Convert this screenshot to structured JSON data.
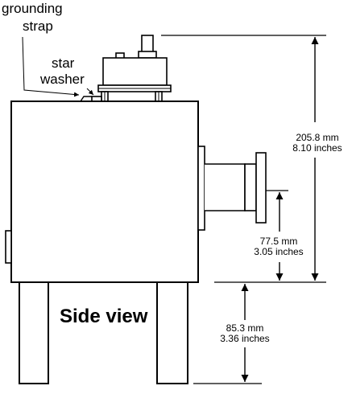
{
  "labels": {
    "grounding_strap_line1": "grounding",
    "grounding_strap_line2": "strap",
    "star_washer_line1": "star",
    "star_washer_line2": "washer",
    "view_title": "Side view"
  },
  "dimensions": {
    "total_height": {
      "metric": "205.8 mm",
      "imperial": "8.10 inches"
    },
    "port_height": {
      "metric": "77.5 mm",
      "imperial": "3.05 inches"
    },
    "leg_height": {
      "metric": "85.3 mm",
      "imperial": "3.36 inches"
    }
  },
  "colors": {
    "line": "#000000",
    "background": "#ffffff"
  }
}
